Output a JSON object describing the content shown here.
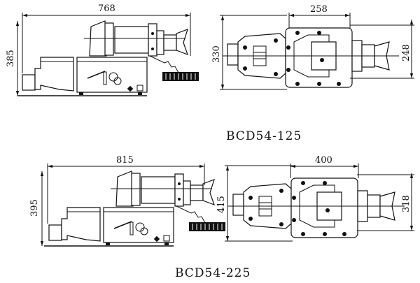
{
  "models": [
    {
      "title": "BCD54-125",
      "side_view": {
        "length": "768",
        "height": "385"
      },
      "plan_view": {
        "width": "258",
        "depth": "330",
        "mount_spacing": "248"
      }
    },
    {
      "title": "BCD54-225",
      "side_view": {
        "length": "815",
        "height": "395"
      },
      "plan_view": {
        "width": "400",
        "depth": "415",
        "mount_spacing": "318"
      }
    }
  ],
  "colors": {
    "line": "#111111",
    "background": "#ffffff"
  }
}
